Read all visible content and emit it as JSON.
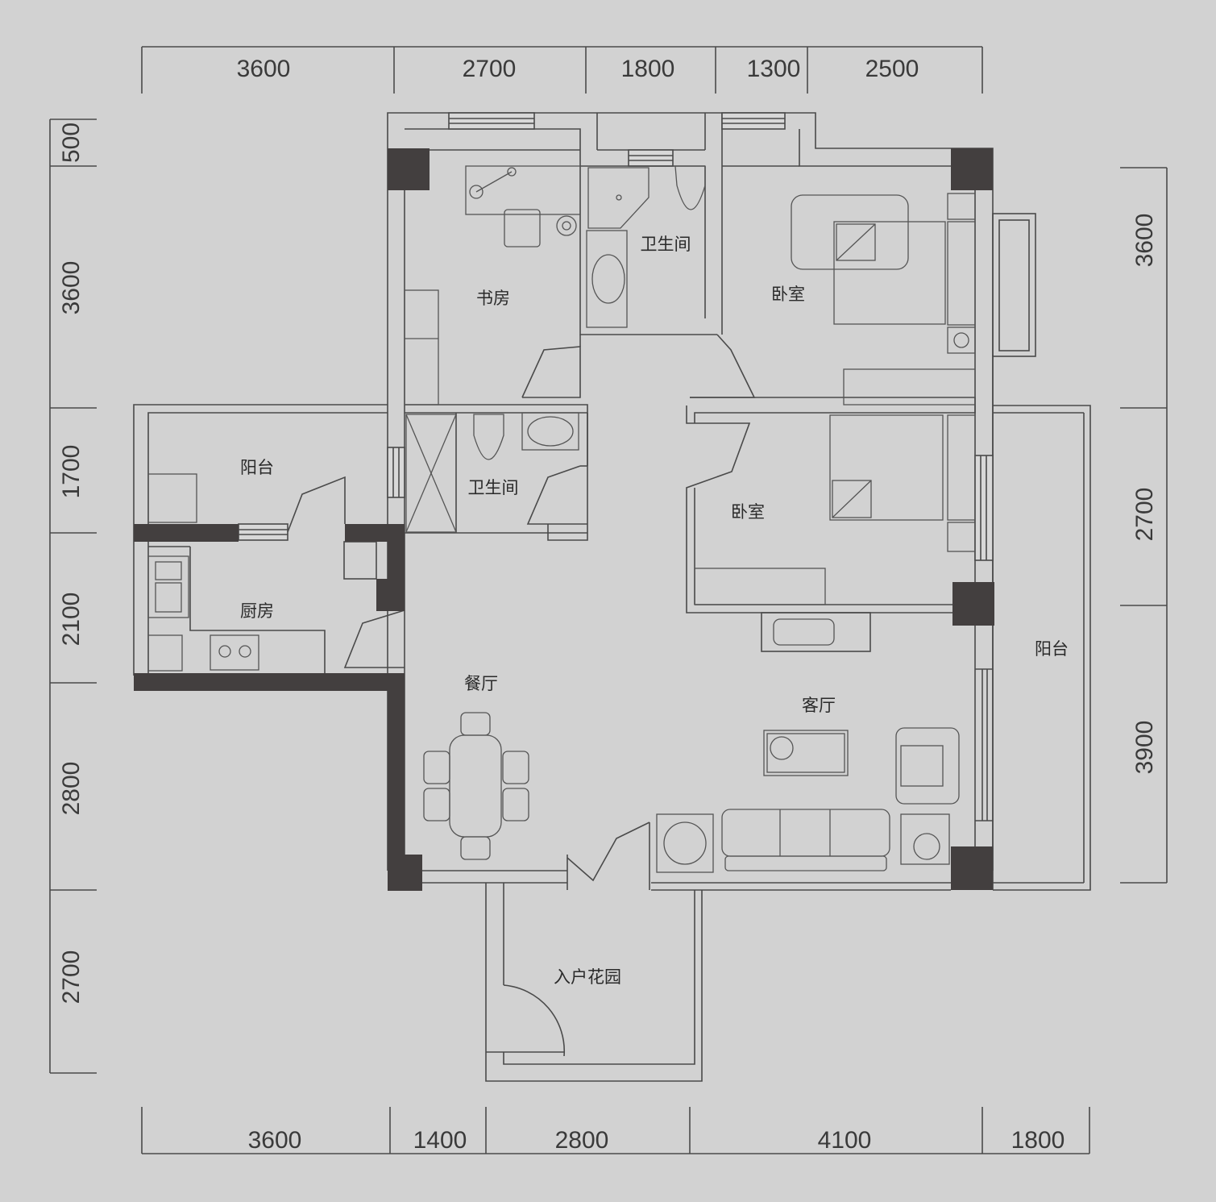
{
  "colors": {
    "background": "#d2d2d2",
    "wall": "#433f3f",
    "line": "#4a4a4a"
  },
  "dimensions": {
    "top": [
      "3600",
      "2700",
      "1800",
      "1300",
      "2500"
    ],
    "bottom": [
      "3600",
      "1400",
      "2800",
      "4100",
      "1800"
    ],
    "left": [
      "500",
      "3600",
      "1700",
      "2100",
      "2800",
      "2700"
    ],
    "right": [
      "3600",
      "2700",
      "3900"
    ]
  },
  "rooms": {
    "study": "书房",
    "bathroom_top": "卫生间",
    "bedroom_top": "卧室",
    "balcony_left": "阳台",
    "bathroom_mid": "卫生间",
    "bedroom_mid": "卧室",
    "kitchen": "厨房",
    "balcony_right": "阳台",
    "dining": "餐厅",
    "living": "客厅",
    "entry_garden": "入户花园"
  }
}
